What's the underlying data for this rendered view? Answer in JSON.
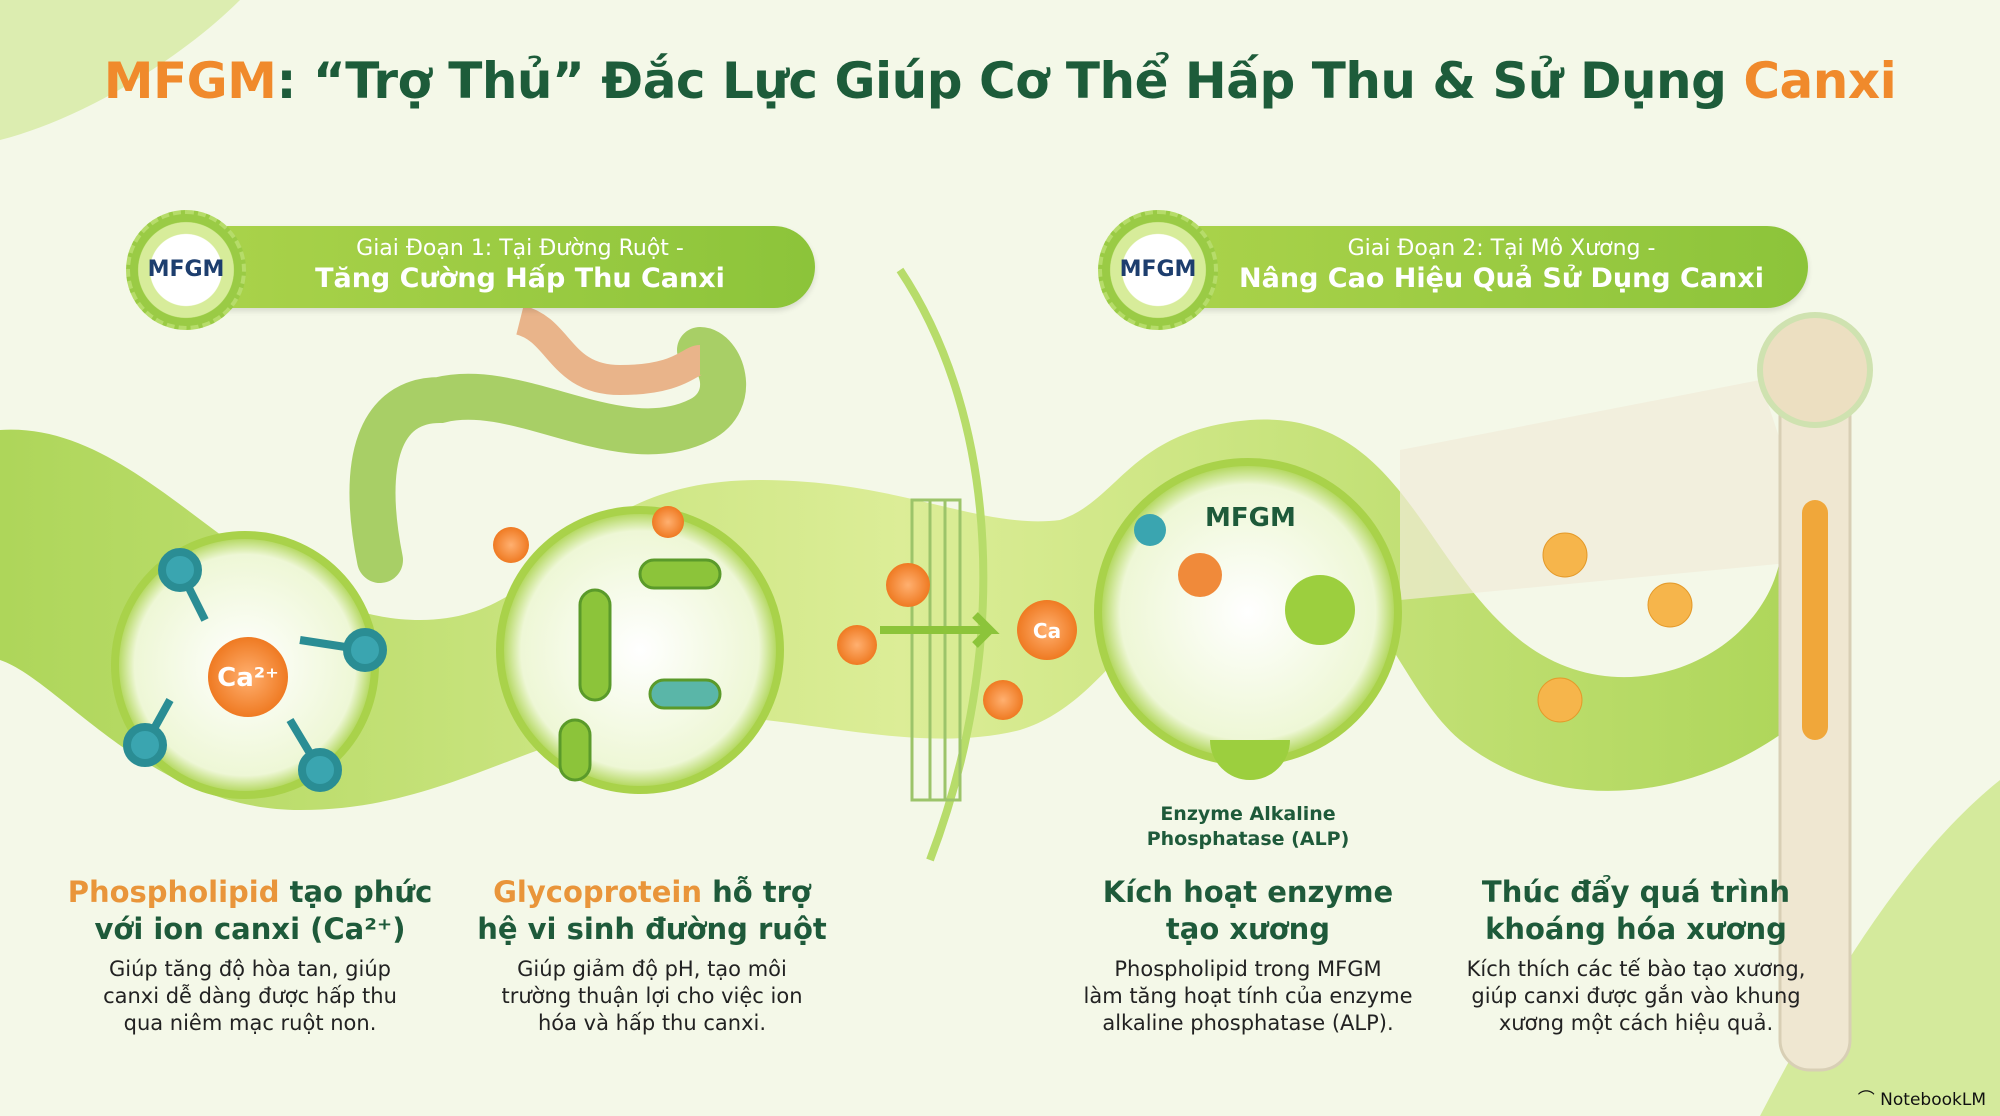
{
  "title": {
    "part1": "MFGM",
    "part2": ": “Trợ Thủ” Đắc Lực Giúp Cơ Thể Hấp Thu & Sử Dụng ",
    "part3": "Canxi"
  },
  "stages": [
    {
      "badge": "MFGM",
      "line1": "Giai Đoạn 1: Tại Đường Ruột -",
      "line2": "Tăng Cường Hấp Thu Canxi"
    },
    {
      "badge": "MFGM",
      "line1": "Giai Đoạn 2: Tại Mô Xương -",
      "line2": "Nâng Cao Hiệu Quả Sử Dụng Canxi"
    }
  ],
  "illustration": {
    "ion": "Ca²⁺",
    "ion_short": "Ca",
    "mfgm_label": "MFGM",
    "alp_label_1": "Enzyme Alkaline",
    "alp_label_2": "Phosphatase (ALP)"
  },
  "captions": [
    {
      "hl": "Phospholipid",
      "h_rest": " tạo phức",
      "h2": "với ion canxi (Ca²⁺)",
      "body": [
        "Giúp tăng độ hòa tan, giúp",
        "canxi dễ dàng được hấp thu",
        "qua niêm mạc ruột non."
      ]
    },
    {
      "hl": "Glycoprotein",
      "h_rest": " hỗ trợ",
      "h2": "hệ vi sinh đường ruột",
      "body": [
        "Giúp giảm độ pH, tạo môi",
        "trường thuận lợi cho việc ion",
        "hóa và hấp thu canxi."
      ]
    },
    {
      "h1": "Kích hoạt enzyme",
      "h2": "tạo xương",
      "body": [
        "Phospholipid trong MFGM",
        "làm tăng hoạt tính của enzyme",
        "alkaline phosphatase (ALP)."
      ]
    },
    {
      "h1": "Thúc đẩy quá trình",
      "h2": "khoáng hóa xương",
      "body": [
        "Kích thích các tế bào tạo xương,",
        "giúp canxi được gắn vào khung",
        "xương một cách hiệu quả."
      ]
    }
  ],
  "watermark": "NotebookLM",
  "colors": {
    "accent": "#f08a2c",
    "primary": "#1d5c3a",
    "green": "#9acb45"
  }
}
